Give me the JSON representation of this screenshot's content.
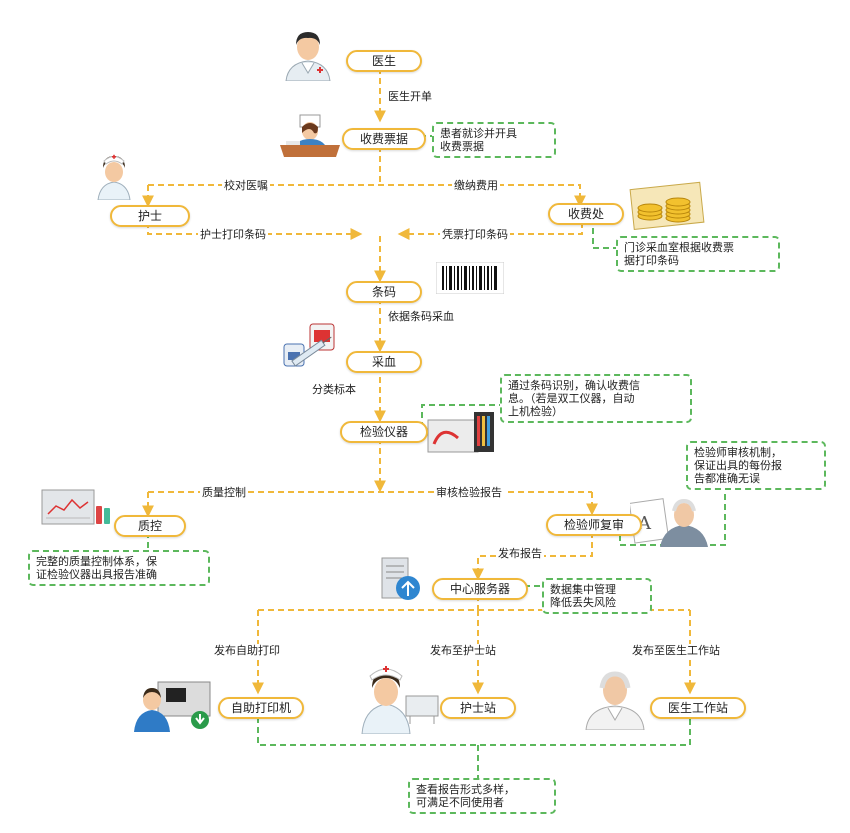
{
  "nodes": {
    "doctor": "医生",
    "cashier": "收费票据",
    "nurse": "护士",
    "payment_office": "收费处",
    "barcode": "条码",
    "blood": "采血",
    "analyzer": "检验仪器",
    "qc": "质控",
    "reviewer": "检验师复审",
    "server": "中心服务器",
    "self_print": "自助打印机",
    "nurse_station": "护士站",
    "doctor_station": "医生工作站"
  },
  "labels": {
    "doctor_order": "医生开单",
    "check_order": "校对医嘱",
    "pay_fee": "缴纳费用",
    "nurse_print": "护士打印条码",
    "receipt_print": "凭票打印条码",
    "collect_by_barcode": "依据条码采血",
    "sort_sample": "分类标本",
    "quality_control": "质量控制",
    "review_report": "审核检验报告",
    "publish_report": "发布报告",
    "publish_self_print": "发布自助打印",
    "publish_nurse": "发布至护士站",
    "publish_doctor": "发布至医生工作站"
  },
  "notes": {
    "patient_receipt": [
      "患者就诊并开具",
      "收费票据"
    ],
    "outpatient_print": [
      "门诊采血室根据收费票",
      "据打印条码"
    ],
    "barcode_recognition": [
      "通过条码识别，确认收费信",
      "息。（若是双工仪器，自动",
      "上机检验）"
    ],
    "reviewer_mechanism": [
      "检验师审核机制，",
      "保证出具的每份报",
      "告都准确无误"
    ],
    "qc_system": [
      "完整的质量控制体系，保",
      "证检验仪器出具报告准确"
    ],
    "data_mgmt": [
      "数据集中管理",
      "降低丢失风险"
    ],
    "report_forms": [
      "查看报告形式多样，",
      "可满足不同使用者"
    ]
  },
  "colors": {
    "node_border": "#f0b83a",
    "flow_arrow": "#f0b83a",
    "note_border": "#5cb85c"
  },
  "icons": [
    "doctor-icon",
    "cashier-icon",
    "nurse-icon",
    "coins-icon",
    "barcode-icon",
    "syringe-icon",
    "analyzer-icon",
    "qc-monitor-icon",
    "reviewer-icon",
    "server-icon",
    "printer-icon",
    "nurse-station-icon",
    "doctor-station-icon"
  ]
}
